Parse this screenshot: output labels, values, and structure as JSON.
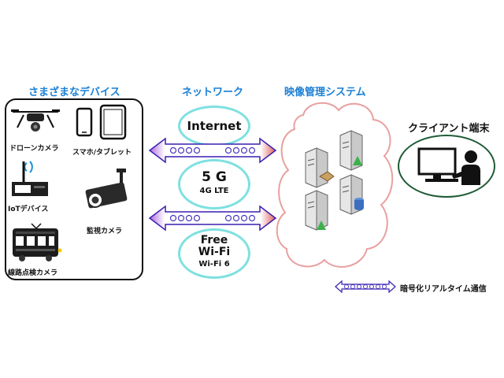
{
  "devices": {
    "heading": "さまざまなデバイス",
    "items": [
      {
        "label": "ドローンカメラ",
        "icon": "drone-icon"
      },
      {
        "label": "スマホ/タブレット",
        "icon": "smartphone-tablet-icon"
      },
      {
        "label": "IoTデバイス",
        "icon": "iot-device-icon"
      },
      {
        "label": "監視カメラ",
        "icon": "surveillance-camera-icon"
      },
      {
        "label": "線路点検カメラ",
        "icon": "train-icon"
      }
    ]
  },
  "network": {
    "heading": "ネットワーク",
    "internet": "Internet",
    "fiveg_main": "5 G",
    "fiveg_sub": "4G LTE",
    "wifi_line1": "Free",
    "wifi_line2": "Wi-Fi",
    "wifi_sub": "Wi-Fi 6"
  },
  "system": {
    "heading": "映像管理システム",
    "icon": "server-cloud-icon"
  },
  "client": {
    "heading": "クライアント端末",
    "icon": "computer-user-icon"
  },
  "legend": {
    "label": "暗号化リアルタイム通信"
  },
  "colors": {
    "heading": "#1a7fd4",
    "ellipse_border": "#7fe0e0",
    "arrow_fill": "#ffffff",
    "arrow_border": "#3a1fb0",
    "cloud_border": "#e8a0a0",
    "client_border": "#1e5a35"
  }
}
